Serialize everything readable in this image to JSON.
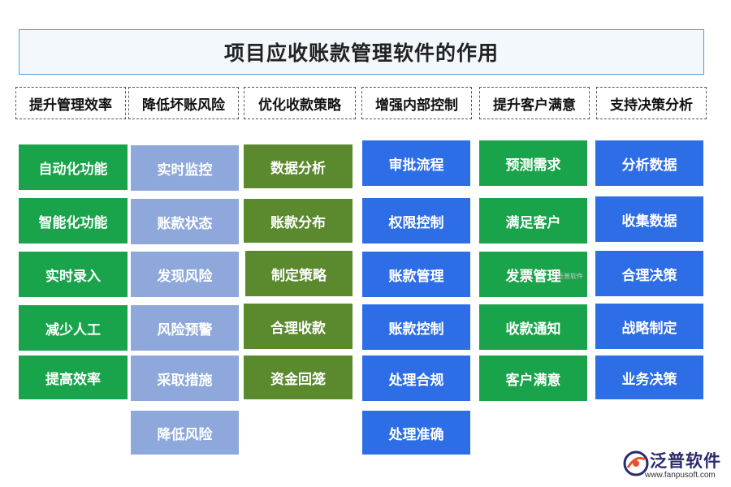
{
  "title": "项目应收账款管理软件的作用",
  "columns": [
    {
      "header": "提升管理效率",
      "items": [
        "自动化功能",
        "智能化功能",
        "实时录入",
        "减少人工",
        "提高效率"
      ]
    },
    {
      "header": "降低坏账风险",
      "items": [
        "实时监控",
        "账款状态",
        "发现风险",
        "风险预警",
        "采取措施",
        "降低风险"
      ]
    },
    {
      "header": "优化收款策略",
      "items": [
        "数据分析",
        "账款分布",
        "制定策略",
        "合理收款",
        "资金回笼"
      ]
    },
    {
      "header": "增强内部控制",
      "items": [
        "审批流程",
        "权限控制",
        "账款管理",
        "账款控制",
        "处理合规",
        "处理准确"
      ]
    },
    {
      "header": "提升客户满意",
      "items": [
        "预测需求",
        "满足客户",
        "发票管理",
        "收款通知",
        "客户满意"
      ]
    },
    {
      "header": "支持决策分析",
      "items": [
        "分析数据",
        "收集数据",
        "合理决策",
        "战略制定",
        "业务决策"
      ]
    }
  ],
  "colors": {
    "col1": "#19a34a",
    "col2": "#8ea8db",
    "col3": "#5b8a2e",
    "col4": "#2d6ee6",
    "col5": "#19a34a",
    "col6": "#2d6ee6"
  },
  "watermark": "泛普软件",
  "logo": {
    "name": "泛普软件",
    "url": "www.fanpusoft.com"
  }
}
